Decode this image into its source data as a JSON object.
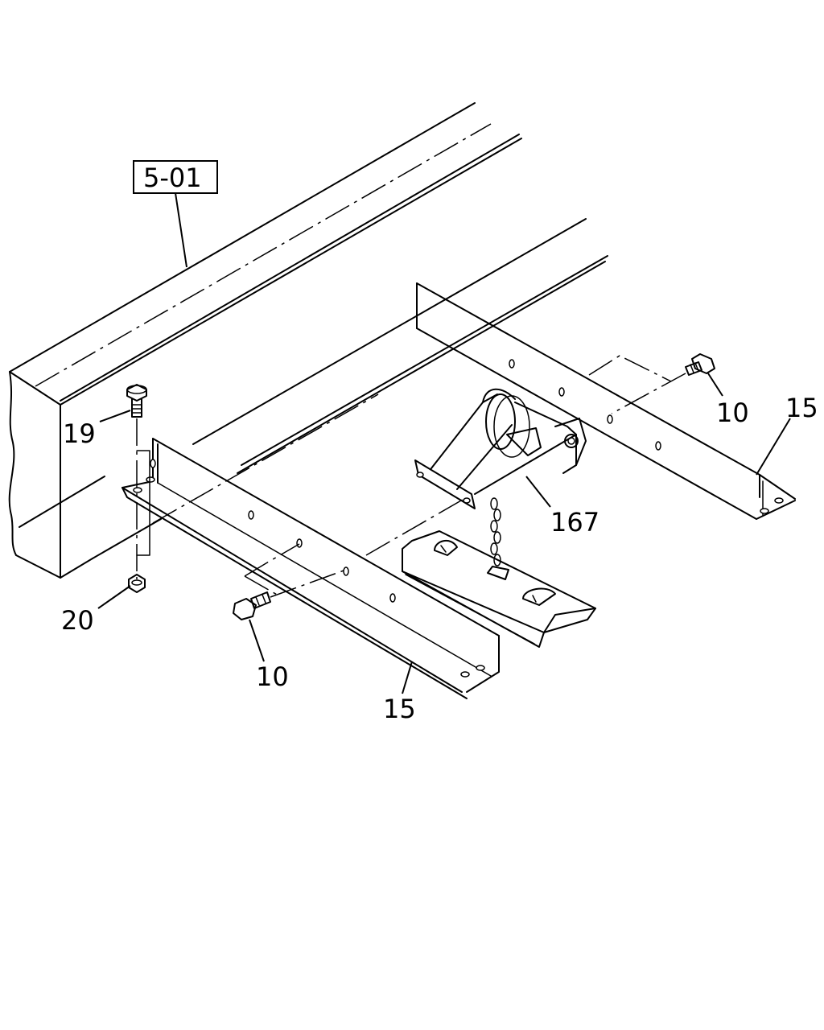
{
  "reference_box": {
    "label": "5-01"
  },
  "callouts": {
    "bolt_top": "19",
    "nut_bottom": "20",
    "bolt_right": "10",
    "bolt_left": "10",
    "bracket_right": "15",
    "bracket_left": "15",
    "spare_tire_carrier": "167"
  }
}
